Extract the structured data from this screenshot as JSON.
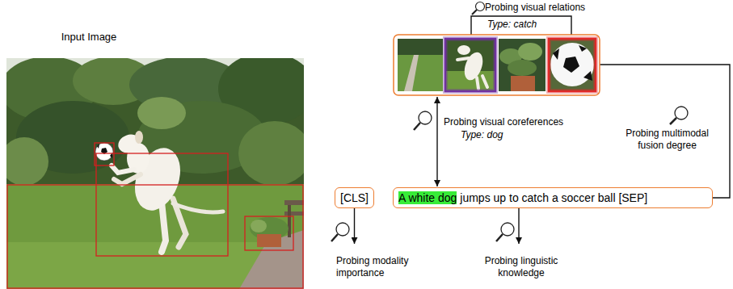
{
  "diagram": {
    "nodes": [
      {
        "text": [
          "[CLS]"
        ]
      },
      {
        "text": [
          "A white dog",
          "jumps up to catch a soccer ball [SEP]"
        ]
      }
    ],
    "labels": [
      "Input Image",
      "Probing visual relations",
      "Type: catch",
      "Probing visual coreferences",
      "Type: dog",
      "Probing multimodal fusion degree",
      "Probing modality importance",
      "Probing linguistic knowledge"
    ]
  }
}
